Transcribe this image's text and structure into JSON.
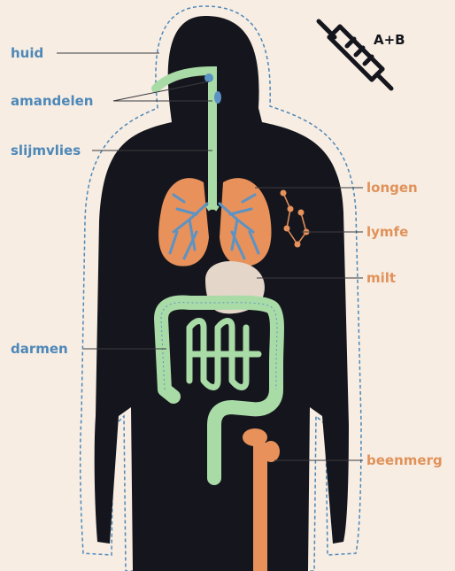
{
  "labels_left": [
    {
      "key": "huid",
      "text": "huid"
    },
    {
      "key": "amandelen",
      "text": "amandelen"
    },
    {
      "key": "slijmvlies",
      "text": "slijmvlies"
    },
    {
      "key": "darmen",
      "text": "darmen"
    }
  ],
  "labels_right": [
    {
      "key": "longen",
      "text": "longen"
    },
    {
      "key": "lymfe",
      "text": "lymfe"
    },
    {
      "key": "milt",
      "text": "milt"
    },
    {
      "key": "beenmerg",
      "text": "beenmerg"
    }
  ],
  "vaccine_badge": "A+B",
  "colors": {
    "background": "#f7ede3",
    "body": "#15161d",
    "outline_dashed": "#4d88b8",
    "left_label": "#4d88b8",
    "right_label": "#e0925a",
    "airway_gut": "#a9dba7",
    "lungs": "#e8915b",
    "bronchi": "#5b93c4",
    "spleen": "#e4d6c8",
    "bone": "#e8915b"
  },
  "icons": [
    "syringe-icon"
  ]
}
